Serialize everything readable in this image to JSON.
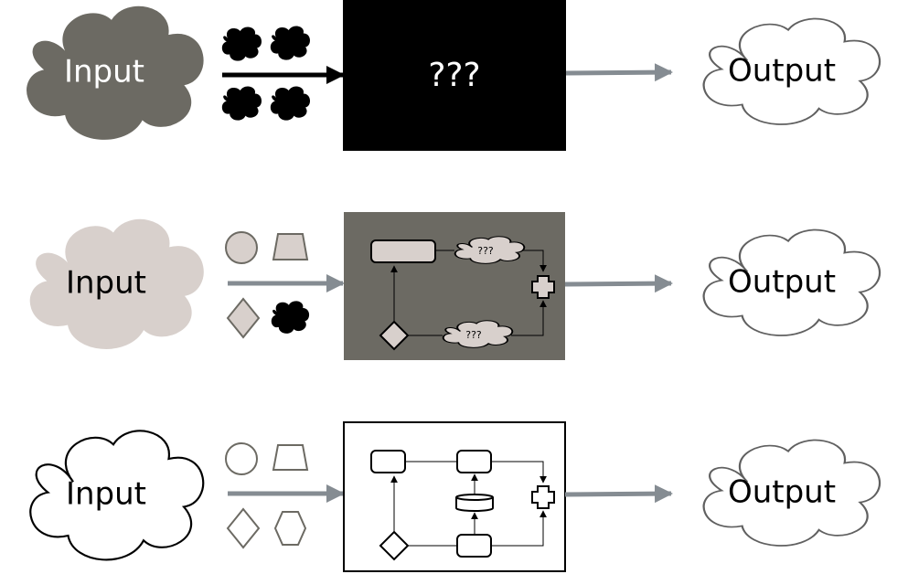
{
  "rows": [
    {
      "input_label": "Input",
      "box_label": "???",
      "output_label": "Output"
    },
    {
      "input_label": "Input",
      "output_label": "Output",
      "process_cloud_labels": [
        "???",
        "???"
      ]
    },
    {
      "input_label": "Input",
      "output_label": "Output"
    }
  ],
  "colors": {
    "dark_gray": "#6c6a63",
    "light_beige": "#d8d0cc",
    "arrow_gray": "#858c92",
    "outline_gray": "#606060",
    "black": "#000000",
    "white": "#ffffff"
  }
}
